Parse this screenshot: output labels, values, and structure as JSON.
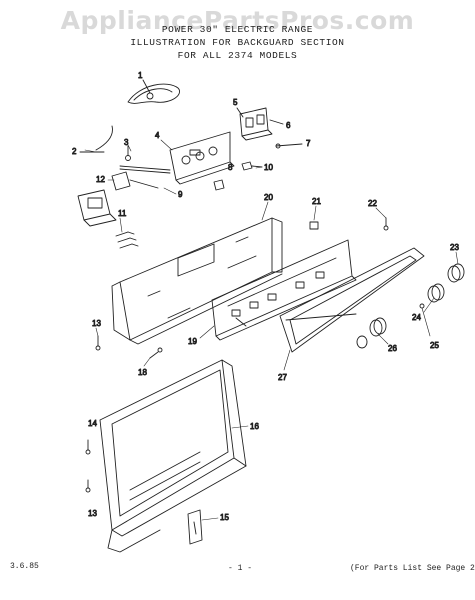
{
  "watermark": "AppliancePartsPros.com",
  "header": {
    "line1": "POWER 30\" ELECTRIC RANGE",
    "line2": "ILLUSTRATION FOR BACKGUARD SECTION",
    "line3": "FOR ALL 2374 MODELS"
  },
  "callouts": {
    "c1": "1",
    "c2": "2",
    "c3": "3",
    "c4": "4",
    "c5": "5",
    "c6": "6",
    "c7": "7",
    "c8": "8",
    "c9": "9",
    "c10": "10",
    "c11": "11",
    "c12": "12",
    "c13a": "13",
    "c13b": "13",
    "c14": "14",
    "c15": "15",
    "c16": "16",
    "c18": "18",
    "c19": "19",
    "c20": "20",
    "c21": "21",
    "c22": "22",
    "c23": "23",
    "c24": "24",
    "c25": "25",
    "c26": "26",
    "c27": "27"
  },
  "footer": {
    "date": "3.6.85",
    "page": "- 1 -",
    "note": "(For Parts List See Page 2)"
  }
}
